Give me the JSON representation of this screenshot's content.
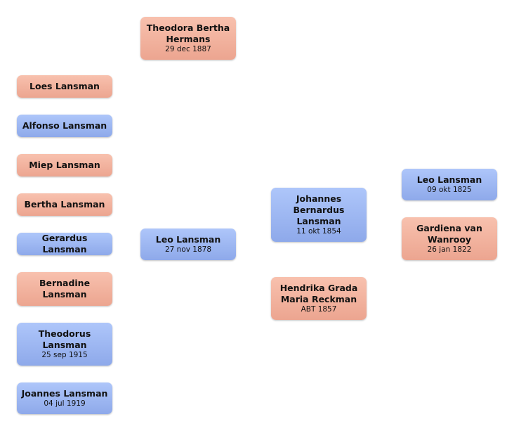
{
  "people": {
    "theodora": {
      "name": "Theodora Bertha Hermans",
      "date": "29 dec 1887"
    },
    "loes": {
      "name": "Loes Lansman",
      "date": ""
    },
    "alfonso": {
      "name": "Alfonso Lansman",
      "date": ""
    },
    "miep": {
      "name": "Miep Lansman",
      "date": ""
    },
    "bertha": {
      "name": "Bertha Lansman",
      "date": ""
    },
    "gerardus": {
      "name": "Gerardus Lansman",
      "date": ""
    },
    "bernadine": {
      "name": "Bernadine Lansman",
      "date": ""
    },
    "theodorus": {
      "name": "Theodorus Lansman",
      "date": "25 sep 1915"
    },
    "joannes": {
      "name": "Joannes Lansman",
      "date": "04 jul 1919"
    },
    "leo_1878": {
      "name": "Leo Lansman",
      "date": "27 nov 1878"
    },
    "johannes": {
      "name": "Johannes Bernardus Lansman",
      "date": "11 okt 1854"
    },
    "hendrika": {
      "name": "Hendrika Grada Maria Reckman",
      "date": "ABT 1857"
    },
    "leo_1825": {
      "name": "Leo Lansman",
      "date": "09 okt 1825"
    },
    "gardiena": {
      "name": "Gardiena van Wanrooy",
      "date": "26 jan 1822"
    }
  },
  "colors": {
    "female": "#f5b8a4",
    "male": "#a4bdf5"
  }
}
